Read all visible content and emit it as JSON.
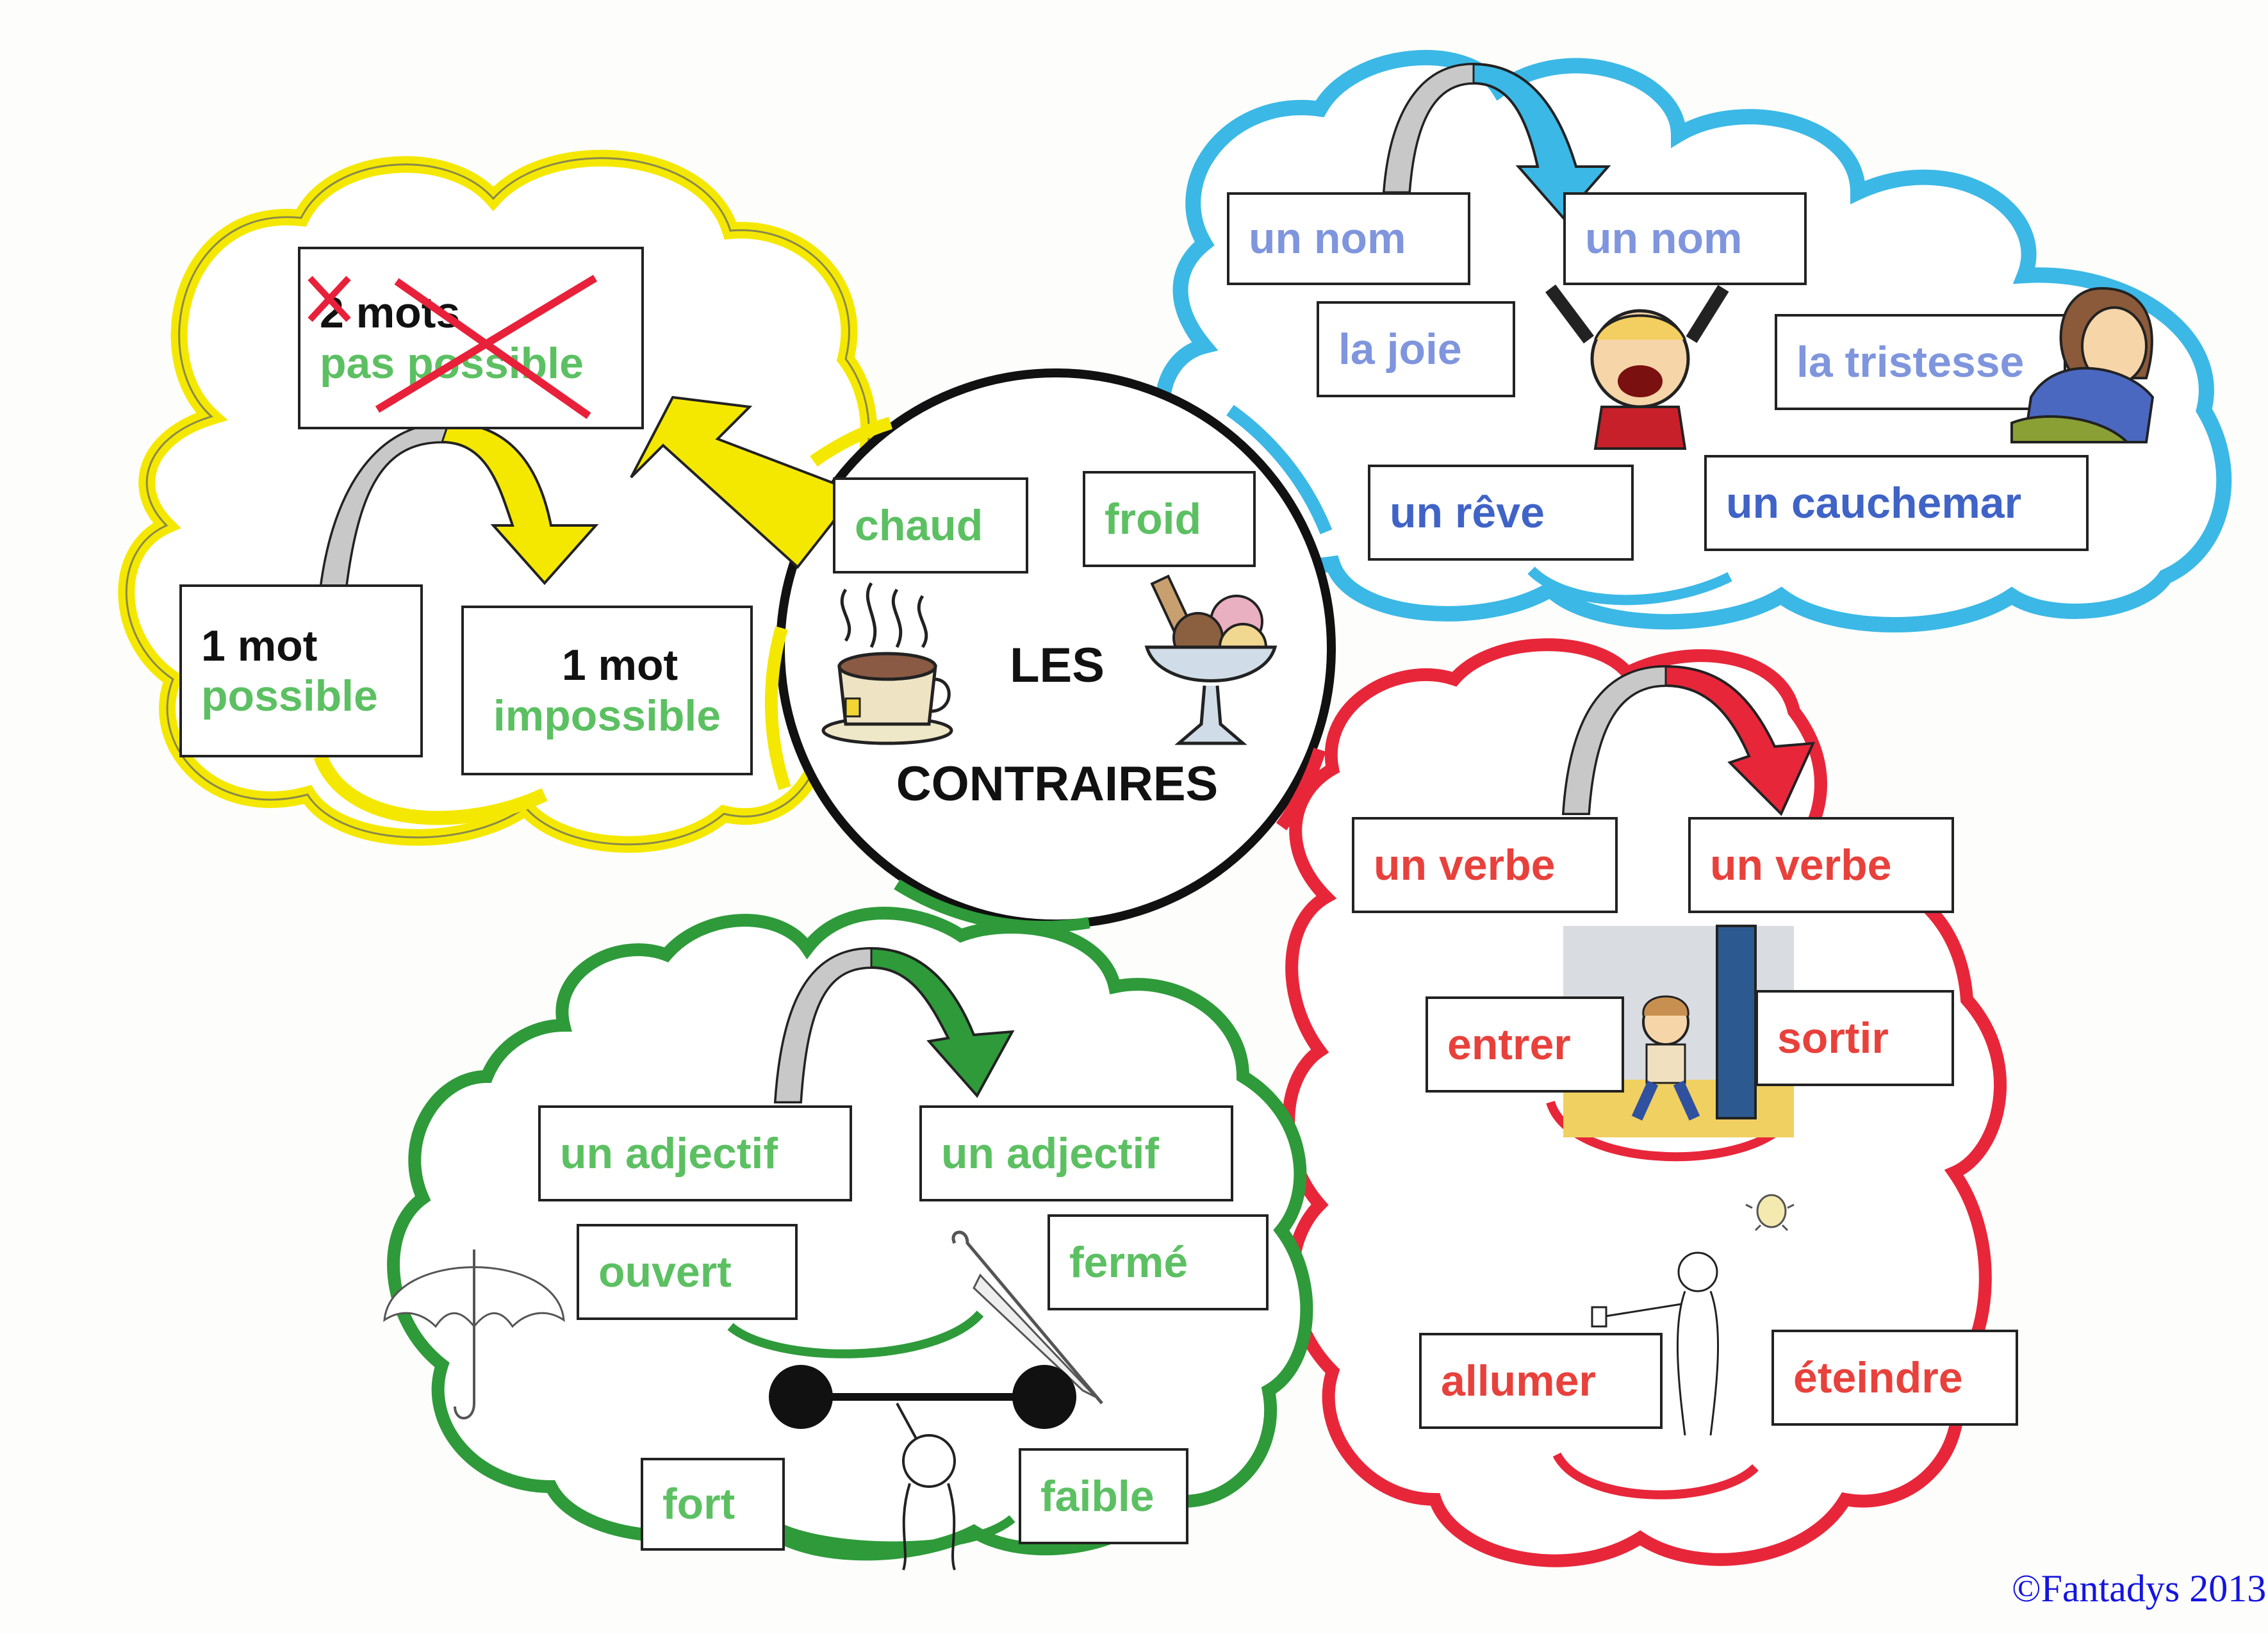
{
  "title": {
    "line1": "LES",
    "line2": "CONTRAIRES"
  },
  "center": {
    "pair": [
      "chaud",
      "froid"
    ],
    "images": [
      "hot-tea-cup",
      "ice-cream-sundae"
    ]
  },
  "yellow_cloud": {
    "color": "#f5e800",
    "rule": "1 mot / 1 mot — 2 mots pas possible",
    "crossed_card": {
      "line1": "2 mots",
      "line2": "pas possible"
    },
    "left_card": {
      "line1": "1 mot",
      "line2": "possible"
    },
    "right_card": {
      "line1": "1 mot",
      "line2": "impossible"
    }
  },
  "blue_cloud": {
    "color": "#3bb8e6",
    "headers": [
      "un nom",
      "un nom"
    ],
    "pairs": [
      {
        "left": "la joie",
        "right": "la tristesse"
      },
      {
        "left": "un rêve",
        "right": "un cauchemar"
      }
    ]
  },
  "red_cloud": {
    "color": "#e8263a",
    "headers": [
      "un verbe",
      "un verbe"
    ],
    "pairs": [
      {
        "left": "entrer",
        "right": "sortir"
      },
      {
        "left": "allumer",
        "right": "éteindre"
      }
    ]
  },
  "green_cloud": {
    "color": "#2e9a3a",
    "headers": [
      "un adjectif",
      "un adjectif"
    ],
    "pairs": [
      {
        "left": "ouvert",
        "right": "fermé"
      },
      {
        "left": "fort",
        "right": "faible"
      }
    ]
  },
  "copyright": "©Fantadys 2013"
}
